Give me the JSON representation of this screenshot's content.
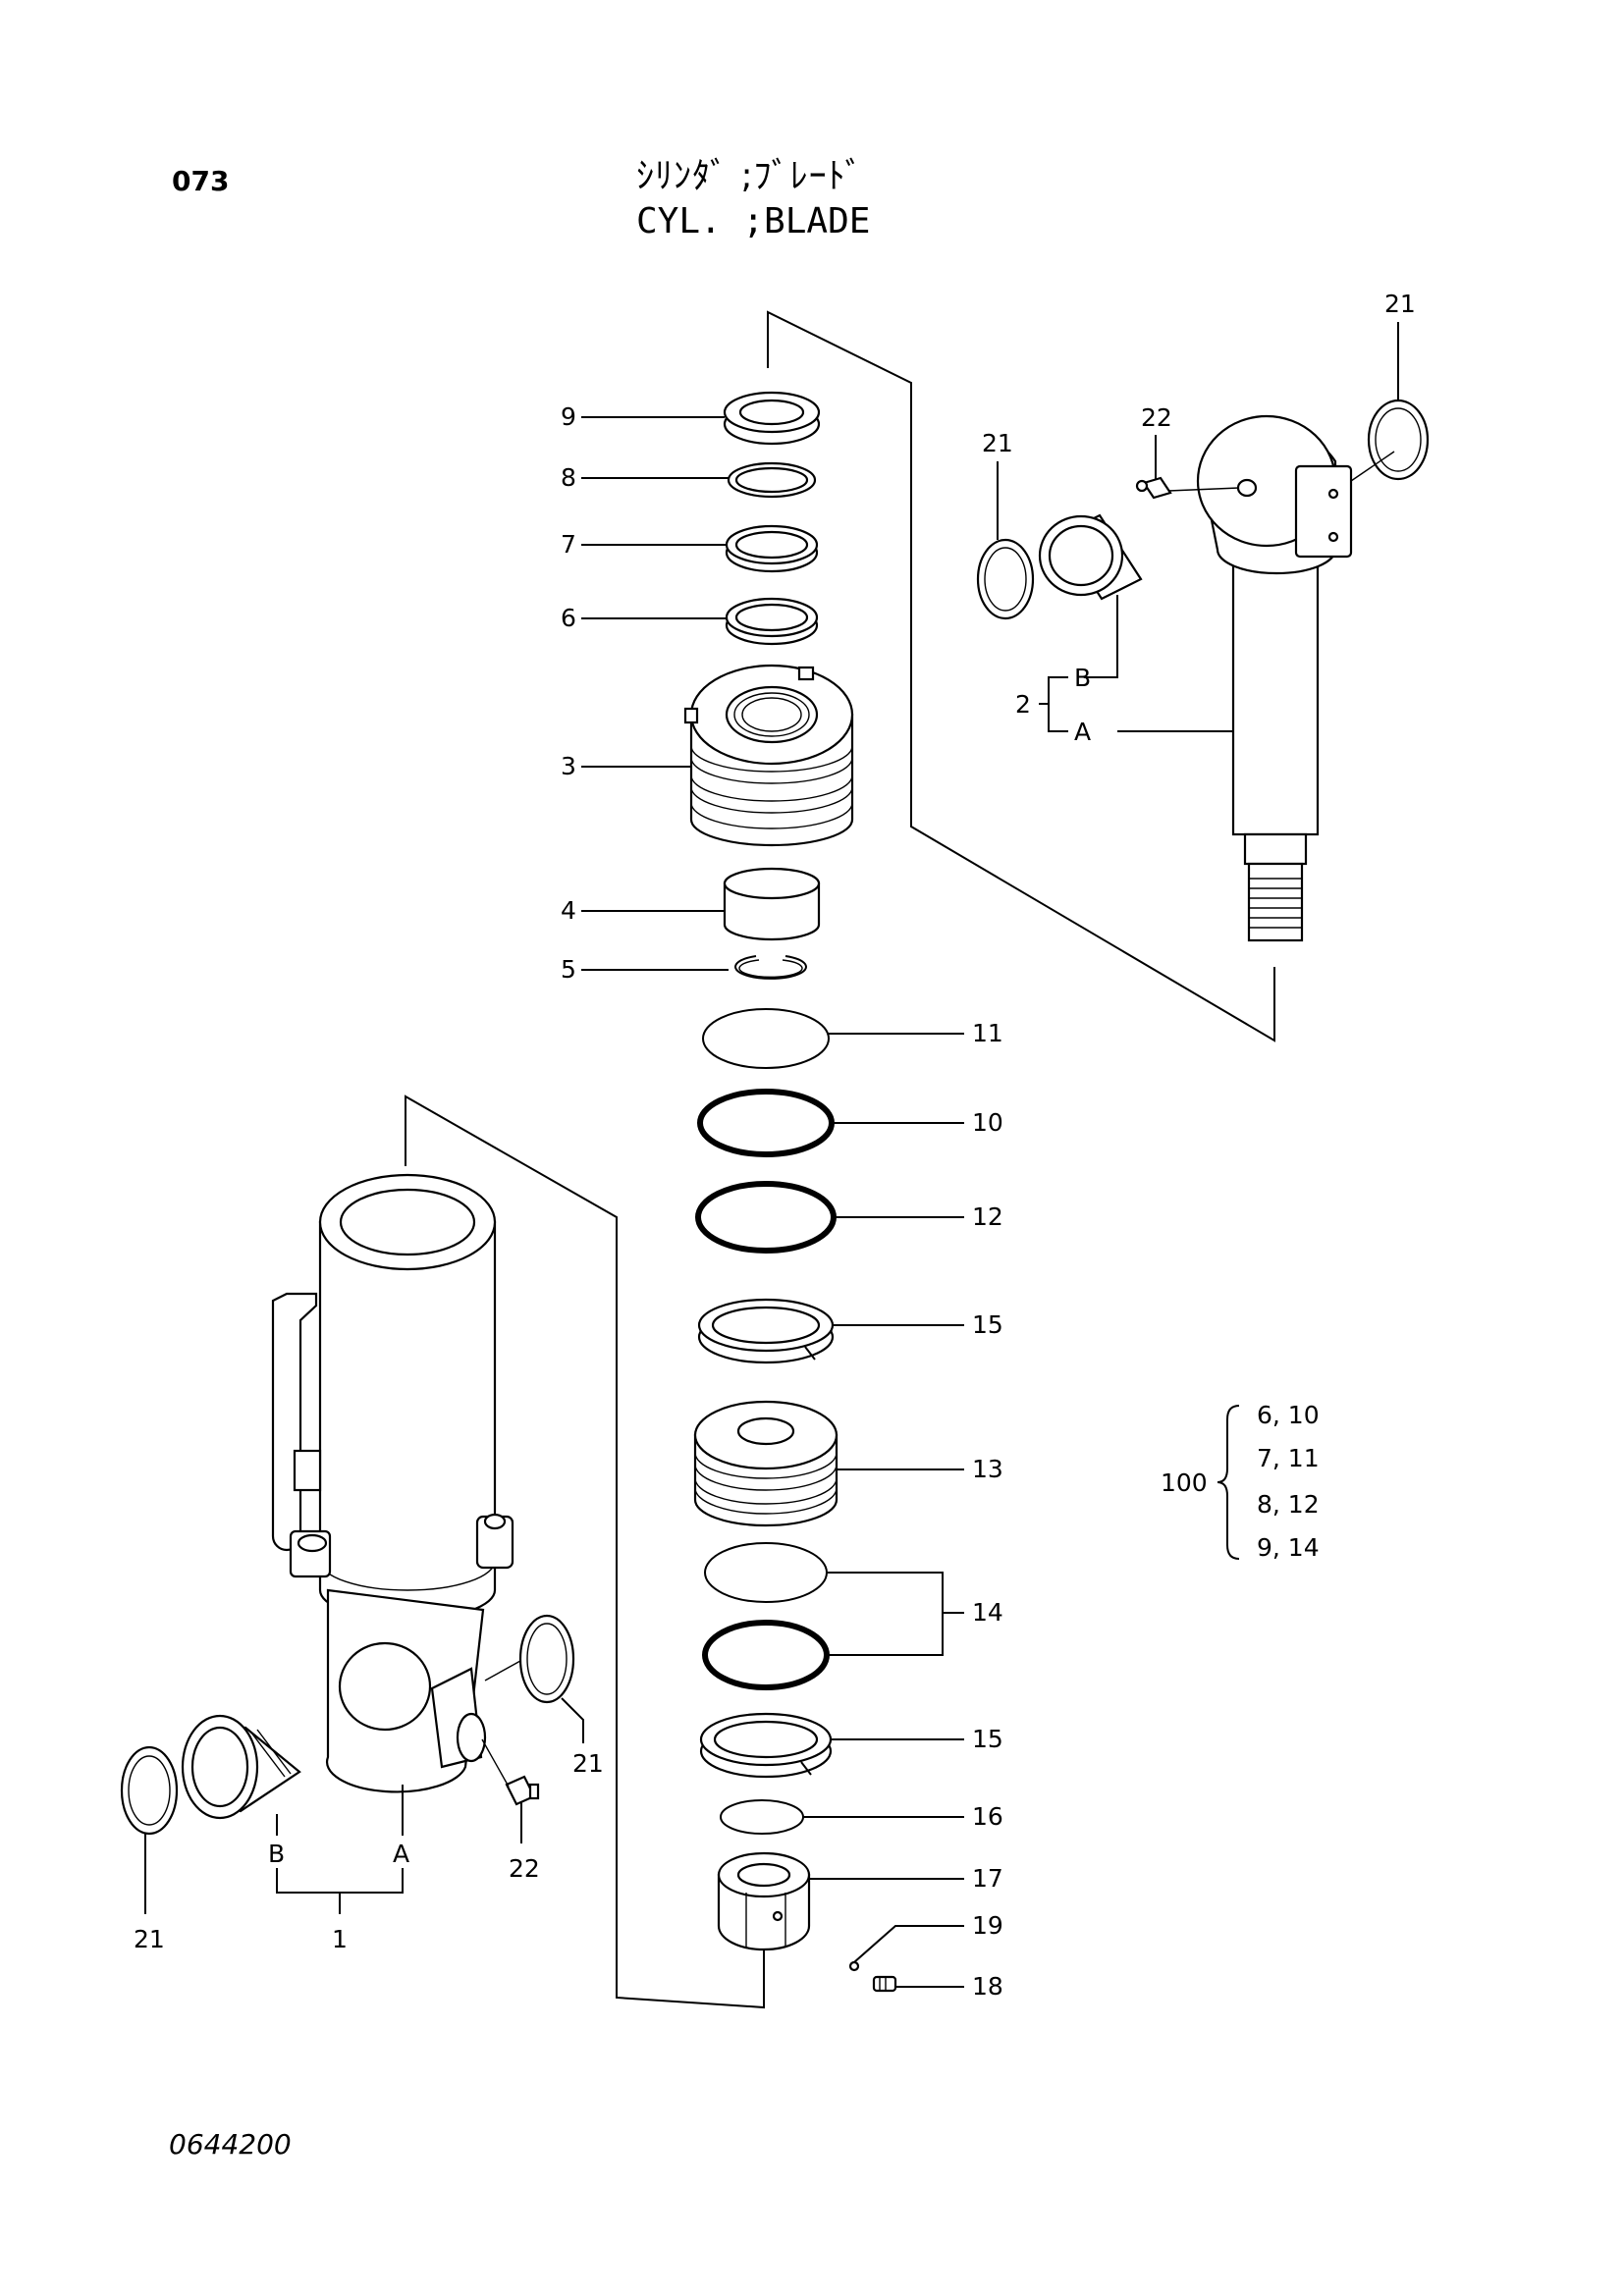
{
  "header": {
    "page_number": "073",
    "title_jp": "ｼﾘﾝﾀﾞ ;ﾌﾞﾚｰﾄﾞ",
    "title_en": "CYL. ;BLADE"
  },
  "footer": {
    "drawing_number": "0644200"
  },
  "callouts": {
    "c9": "9",
    "c8": "8",
    "c7": "7",
    "c6": "6",
    "c3": "3",
    "c4": "4",
    "c5": "5",
    "c11": "11",
    "c10": "10",
    "c12": "12",
    "c15a": "15",
    "c13": "13",
    "c14": "14",
    "c15b": "15",
    "c16": "16",
    "c17": "17",
    "c19": "19",
    "c18": "18",
    "rod_21_right": "21",
    "rod_21_left": "21",
    "rod_22": "22",
    "rod_2": "2",
    "rod_B": "B",
    "rod_A": "A",
    "tube_21_right": "21",
    "tube_21_left": "21",
    "tube_22": "22",
    "tube_B": "B",
    "tube_A": "A",
    "tube_1": "1"
  },
  "kit": {
    "label": "100",
    "rows": [
      "6, 10",
      "7, 11",
      "8, 12",
      "9, 14"
    ]
  }
}
